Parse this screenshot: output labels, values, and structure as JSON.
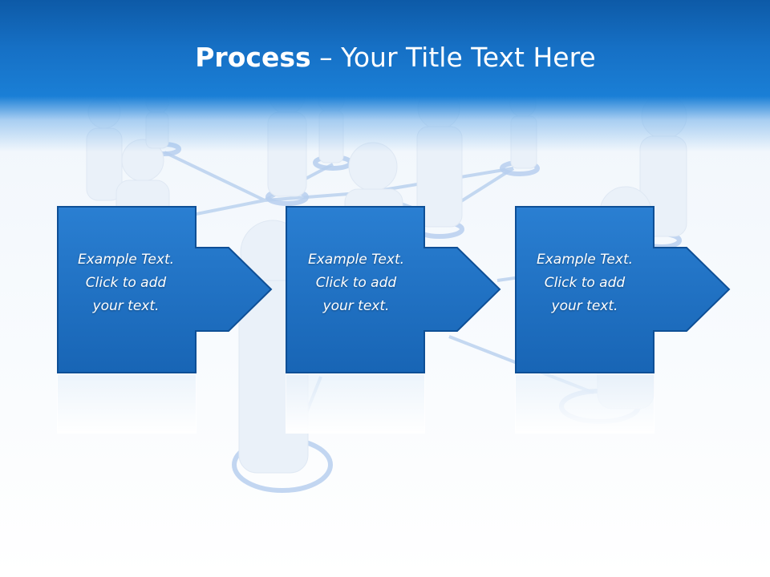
{
  "title": {
    "bold": "Process",
    "rest": " – Your Title Text Here"
  },
  "steps": [
    {
      "line1": "Example Text.",
      "line2": "Click  to add",
      "line3": "your text."
    },
    {
      "line1": "Example Text.",
      "line2": "Click  to add",
      "line3": "your text."
    },
    {
      "line1": "Example Text.",
      "line2": "Click  to add",
      "line3": "your text."
    }
  ],
  "colors": {
    "header": "#1670c5",
    "box": "#1b6ec2",
    "box_border": "#0e4f96",
    "network_line": "#a9c6ea"
  }
}
